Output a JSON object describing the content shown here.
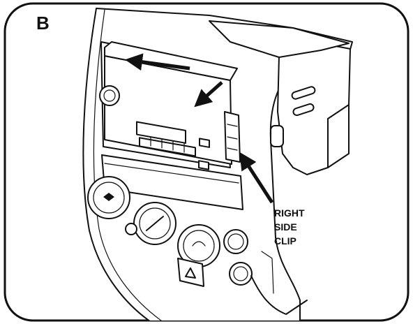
{
  "panel": {
    "label": "B"
  },
  "callout": {
    "lines": [
      "RIGHT",
      "SIDE",
      "CLIP"
    ]
  }
}
